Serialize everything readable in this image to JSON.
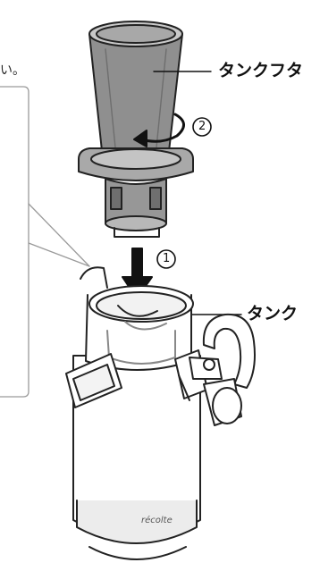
{
  "labels": {
    "lid": "タンクフタ",
    "tank": "タンク",
    "step1": "1",
    "step2": "2",
    "brand": "récolte",
    "fragment": "い。"
  }
}
